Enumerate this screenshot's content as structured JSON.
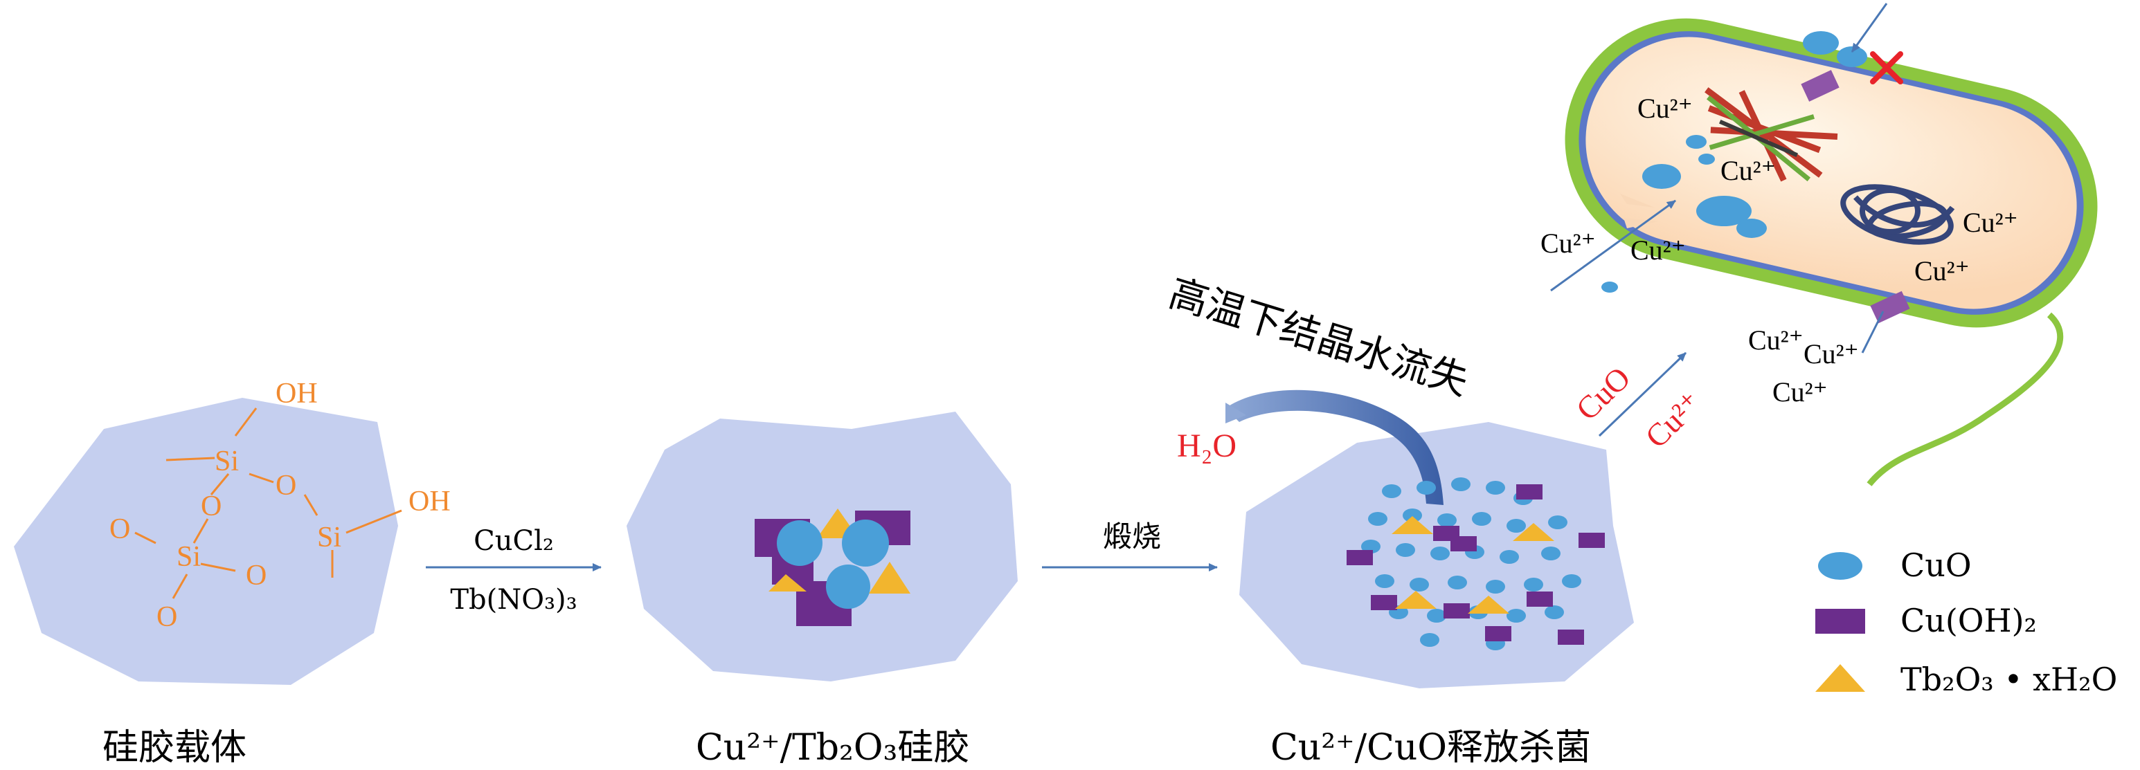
{
  "silica_carrier": {
    "caption": "硅胶载体",
    "atoms": {
      "oh_top": "OH",
      "oh_right": "OH",
      "si_top": "Si",
      "si_right": "Si",
      "si_bottom": "Si",
      "o_1": "O",
      "o_2": "O",
      "o_3": "O",
      "o_4": "O",
      "o_5": "O"
    }
  },
  "step1": {
    "reagent_top": "CuCl₂",
    "reagent_bottom": "Tb(NO₃)₃"
  },
  "loaded_gel": {
    "caption": "Cu²⁺/Tb₂O₃硅胶"
  },
  "step2": {
    "label": "煅烧"
  },
  "release_gel": {
    "caption": "Cu²⁺/CuO释放杀菌",
    "water_note": "高温下结晶水流失",
    "water_label": "H₂O"
  },
  "step3": {
    "label_cuo": "CuO",
    "label_cu": "Cu²⁺"
  },
  "bacterium": {
    "ion_labels": [
      "Cu²⁺",
      "Cu²⁺",
      "Cu²⁺",
      "Cu²⁺",
      "Cu²⁺",
      "Cu²⁺",
      "Cu²⁺",
      "Cu²⁺",
      "Cu²⁺"
    ]
  },
  "legend": {
    "items": [
      {
        "label": "CuO",
        "color": "#4a9fd8",
        "shape": "ellipse"
      },
      {
        "label": "Cu(OH)₂",
        "color": "#6b2d8c",
        "shape": "rectangle"
      },
      {
        "label": "Tb₂O₃ • xH₂O",
        "color": "#f2b52e",
        "shape": "triangle"
      }
    ]
  },
  "colors": {
    "gel": "#c5cfef",
    "arrow": "#4a78b5",
    "highlight": "#e8232a",
    "membrane": "#8cc63f"
  }
}
